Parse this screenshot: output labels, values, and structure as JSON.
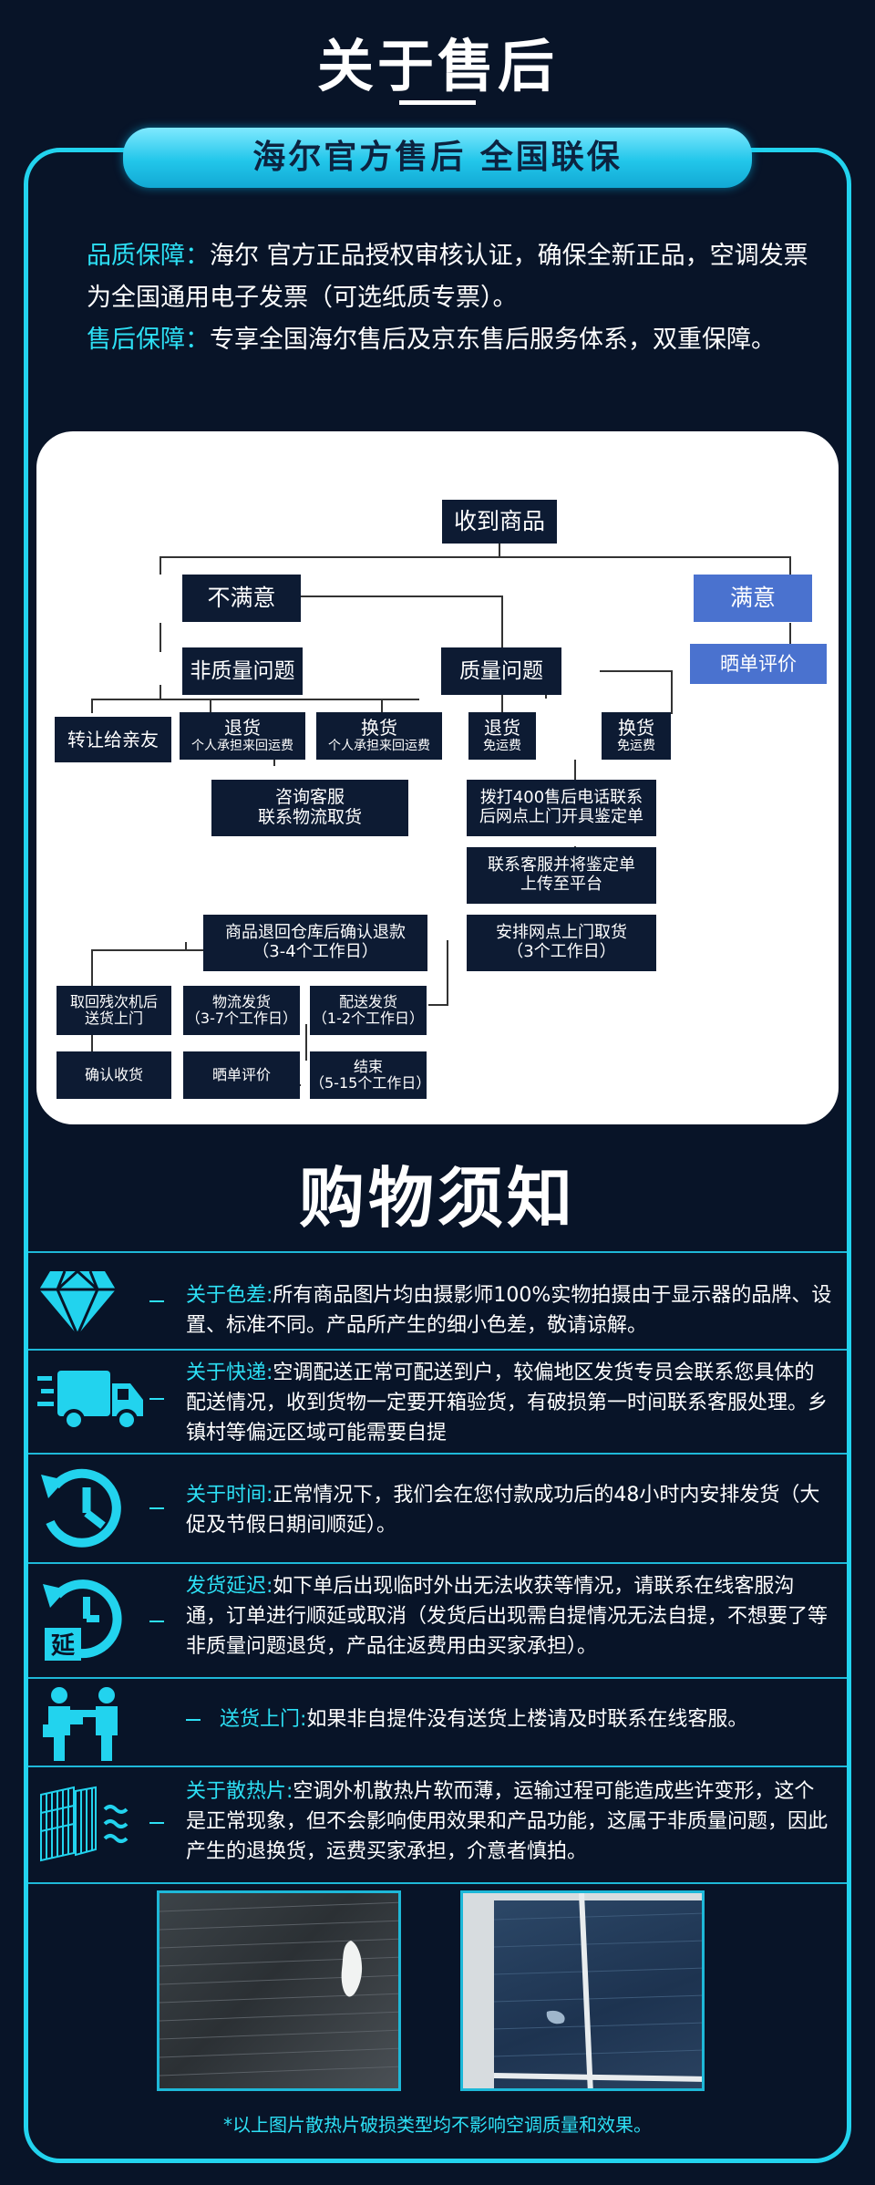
{
  "title": "关于售后",
  "banner": "海尔官方售后  全国联保",
  "guarantee": {
    "quality_label": "品质保障：",
    "quality_text": "海尔 官方正品授权审核认证，确保全新正品，空调发票为全国通用电子发票（可选纸质专票）。",
    "service_label": "售后保障：",
    "service_text": "专享全国海尔售后及京东售后服务体系，双重保障。"
  },
  "flow": {
    "received": "收到商品",
    "unsatisfied": "不满意",
    "satisfied": "满意",
    "review_top": "晒单评价",
    "non_quality": "非质量问题",
    "quality": "质量问题",
    "transfer": "转让给亲友",
    "return_nq": "退货",
    "return_nq_sub": "个人承担来回运费",
    "exchange_nq": "换货",
    "exchange_nq_sub": "个人承担来回运费",
    "return_q": "退货",
    "return_q_sub": "免运费",
    "exchange_q": "换货",
    "exchange_q_sub": "免运费",
    "consult_1": "咨询客服",
    "consult_2": "联系物流取货",
    "call_1": "拨打400售后电话联系",
    "call_2": "后网点上门开具鉴定单",
    "upload_1": "联系客服并将鉴定单",
    "upload_2": "上传至平台",
    "pickup_1": "安排网点上门取货",
    "pickup_2": "（3个工作日）",
    "refund_1": "商品退回仓库后确认退款",
    "refund_2": "（3-4个工作日）",
    "takeback_1": "取回残次机后",
    "takeback_2": "送货上门",
    "logistics_1": "物流发货",
    "logistics_2": "（3-7个工作日）",
    "delivery_1": "配送发货",
    "delivery_2": "（1-2个工作日）",
    "confirm": "确认收货",
    "review_bottom": "晒单评价",
    "end_1": "结束",
    "end_2": "（5-15个工作日）"
  },
  "notice_title": "购物须知",
  "notices": [
    {
      "icon": "diamond-icon",
      "label": "关于色差:",
      "text": "所有商品图片均由摄影师100%实物拍摄由于显示器的品牌、设置、标准不同。产品所产生的细小色差，敬请谅解。"
    },
    {
      "icon": "truck-icon",
      "label": "关于快递:",
      "text": "空调配送正常可配送到户，较偏地区发货专员会联系您具体的配送情况，收到货物一定要开箱验货，有破损第一时间联系客服处理。乡镇村等偏远区域可能需要自提"
    },
    {
      "icon": "clock-icon",
      "label": "关于时间:",
      "text": "正常情况下，我们会在您付款成功后的48小时内安排发货（大促及节假日期间顺延）。"
    },
    {
      "icon": "delay-clock-icon",
      "icon_text": "延",
      "label": "发货延迟:",
      "text": "如下单后出现临时外出无法收获等情况，请联系在线客服沟通，订单进行顺延或取消（发货后出现需自提情况无法自提，不想要了等非质量问题退货，产品往返费用由买家承担）。"
    },
    {
      "icon": "delivery-person-icon",
      "label": "送货上门:",
      "text": "如果非自提件没有送货上楼请及时联系在线客服。"
    },
    {
      "icon": "radiator-fins-icon",
      "label": "关于散热片:",
      "text": "空调外机散热片软而薄，运输过程可能造成些许变形，这个是正常现象，但不会影响使用效果和产品功能，这属于非质量问题，因此产生的退换货，运费买家承担，介意者慎拍。"
    }
  ],
  "caption": "*以上图片散热片破损类型均不影响空调质量和效果。",
  "colors": {
    "background": "#081428",
    "accent": "#2de0f5",
    "flow_box": "#0d1b33",
    "flow_blue": "#4a72cf"
  }
}
